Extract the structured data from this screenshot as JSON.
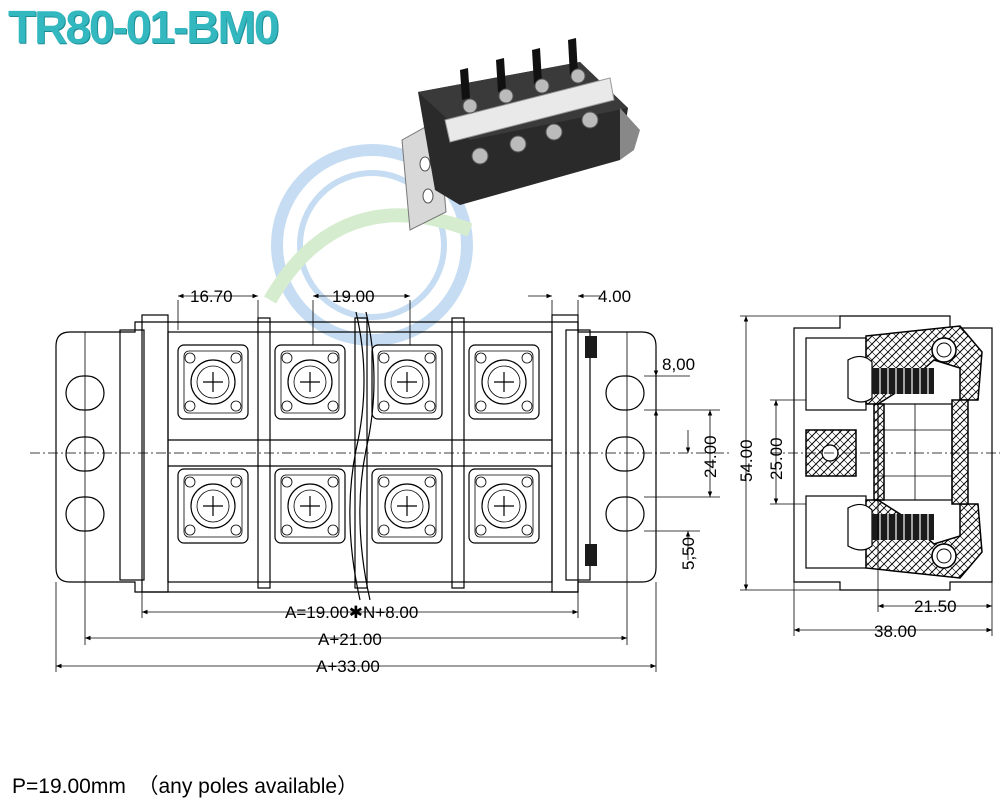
{
  "title": "TR80-01-BM0",
  "note": "P=19.00mm  （any poles available）",
  "watermark_colors": [
    "#b8d4ef",
    "#cde8c4"
  ],
  "title_color": "#33b8c0",
  "front_view": {
    "dim_top_left": "16.70",
    "dim_top_pitch": "19.00",
    "dim_top_right": "4.00",
    "dim_right_1": "8,00",
    "dim_right_2": "24.00",
    "dim_right_3": "5,50",
    "dim_bottom_1": "A=19.00✱N+8.00",
    "dim_bottom_2": "A+21.00",
    "dim_bottom_3": "A+33.00"
  },
  "side_view": {
    "dim_height": "54.00",
    "dim_inner": "25.00",
    "dim_bottom_1": "21.50",
    "dim_bottom_2": "38.00"
  }
}
